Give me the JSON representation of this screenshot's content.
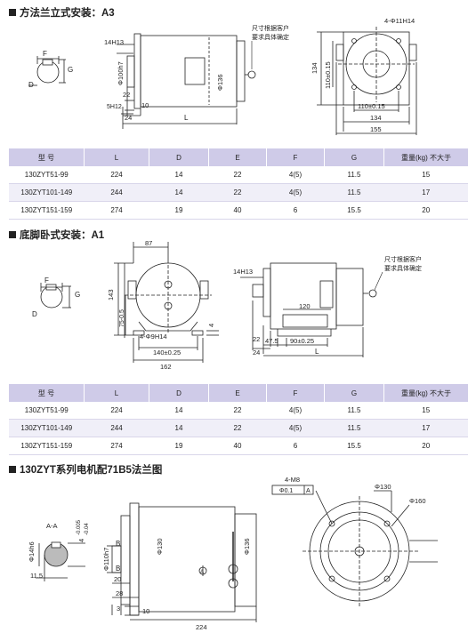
{
  "sections": {
    "a3_title": "方法兰立式安装：A3",
    "a1_title": "底脚卧式安装：A1",
    "flange_title": "130ZYT系列电机配71B5法兰图"
  },
  "table_headers": [
    "型 号",
    "L",
    "D",
    "E",
    "F",
    "G",
    "重量(kg) 不大于"
  ],
  "table_a3": [
    [
      "130ZYT51-99",
      "224",
      "14",
      "22",
      "4(5)",
      "11.5",
      "15"
    ],
    [
      "130ZYT101-149",
      "244",
      "14",
      "22",
      "4(5)",
      "11.5",
      "17"
    ],
    [
      "130ZYT151-159",
      "274",
      "19",
      "40",
      "6",
      "15.5",
      "20"
    ]
  ],
  "table_a1": [
    [
      "130ZYT51-99",
      "224",
      "14",
      "22",
      "4(5)",
      "11.5",
      "15"
    ],
    [
      "130ZYT101-149",
      "244",
      "14",
      "22",
      "4(5)",
      "11.5",
      "17"
    ],
    [
      "130ZYT151-159",
      "274",
      "19",
      "40",
      "6",
      "15.5",
      "20"
    ]
  ],
  "a3_drawing": {
    "note_line1": "尺寸根据客户",
    "note_line2": "要求具体确定",
    "hole_label": "4-Φ11H14",
    "dim_14h": "14H13",
    "dim_d100": "Φ100h7",
    "dim_d136": "Φ136",
    "dim_22": "22",
    "dim_5h": "5H12",
    "dim_10": "10",
    "dim_24": "24",
    "dim_L": "L",
    "dim_F": "F",
    "dim_G": "G",
    "dim_D": "D",
    "dim_134v": "134",
    "dim_110v": "110±0.15",
    "dim_110h": "110±0.15",
    "dim_134h": "134",
    "dim_155": "155"
  },
  "a1_drawing": {
    "note_line1": "尺寸根据客户",
    "note_line2": "要求具体确定",
    "dim_87": "87",
    "dim_143": "143",
    "dim_75": "75-0.5",
    "dim_4": "4",
    "hole_label": "4-Φ9H14",
    "dim_140": "140±0.25",
    "dim_162": "162",
    "dim_14h": "14H13",
    "dim_120": "120",
    "dim_22": "22",
    "dim_47": "47.5",
    "dim_90": "90±0.25",
    "dim_24": "24",
    "dim_L": "L",
    "dim_F": "F",
    "dim_G": "G",
    "dim_D": "D"
  },
  "flange_drawing": {
    "section_label": "A-A",
    "dim_14h6": "Φ14h6",
    "dim_tol": "4",
    "tol_upper": "-0.005",
    "tol_lower": "-0.04",
    "dim_11_5": "11.5",
    "dim_110h7": "Φ110h7",
    "dim_130": "Φ130",
    "dim_136": "Φ136",
    "letter_B": "B",
    "dim_20": "20",
    "dim_28": "28",
    "dim_3": "3",
    "dim_10": "10",
    "dim_224": "224",
    "marker_A": "A",
    "bolt_label": "4-M8",
    "tol_frame": "Φ0.1",
    "datum": "A",
    "dim_r130": "Φ130",
    "dim_r160": "Φ160"
  }
}
